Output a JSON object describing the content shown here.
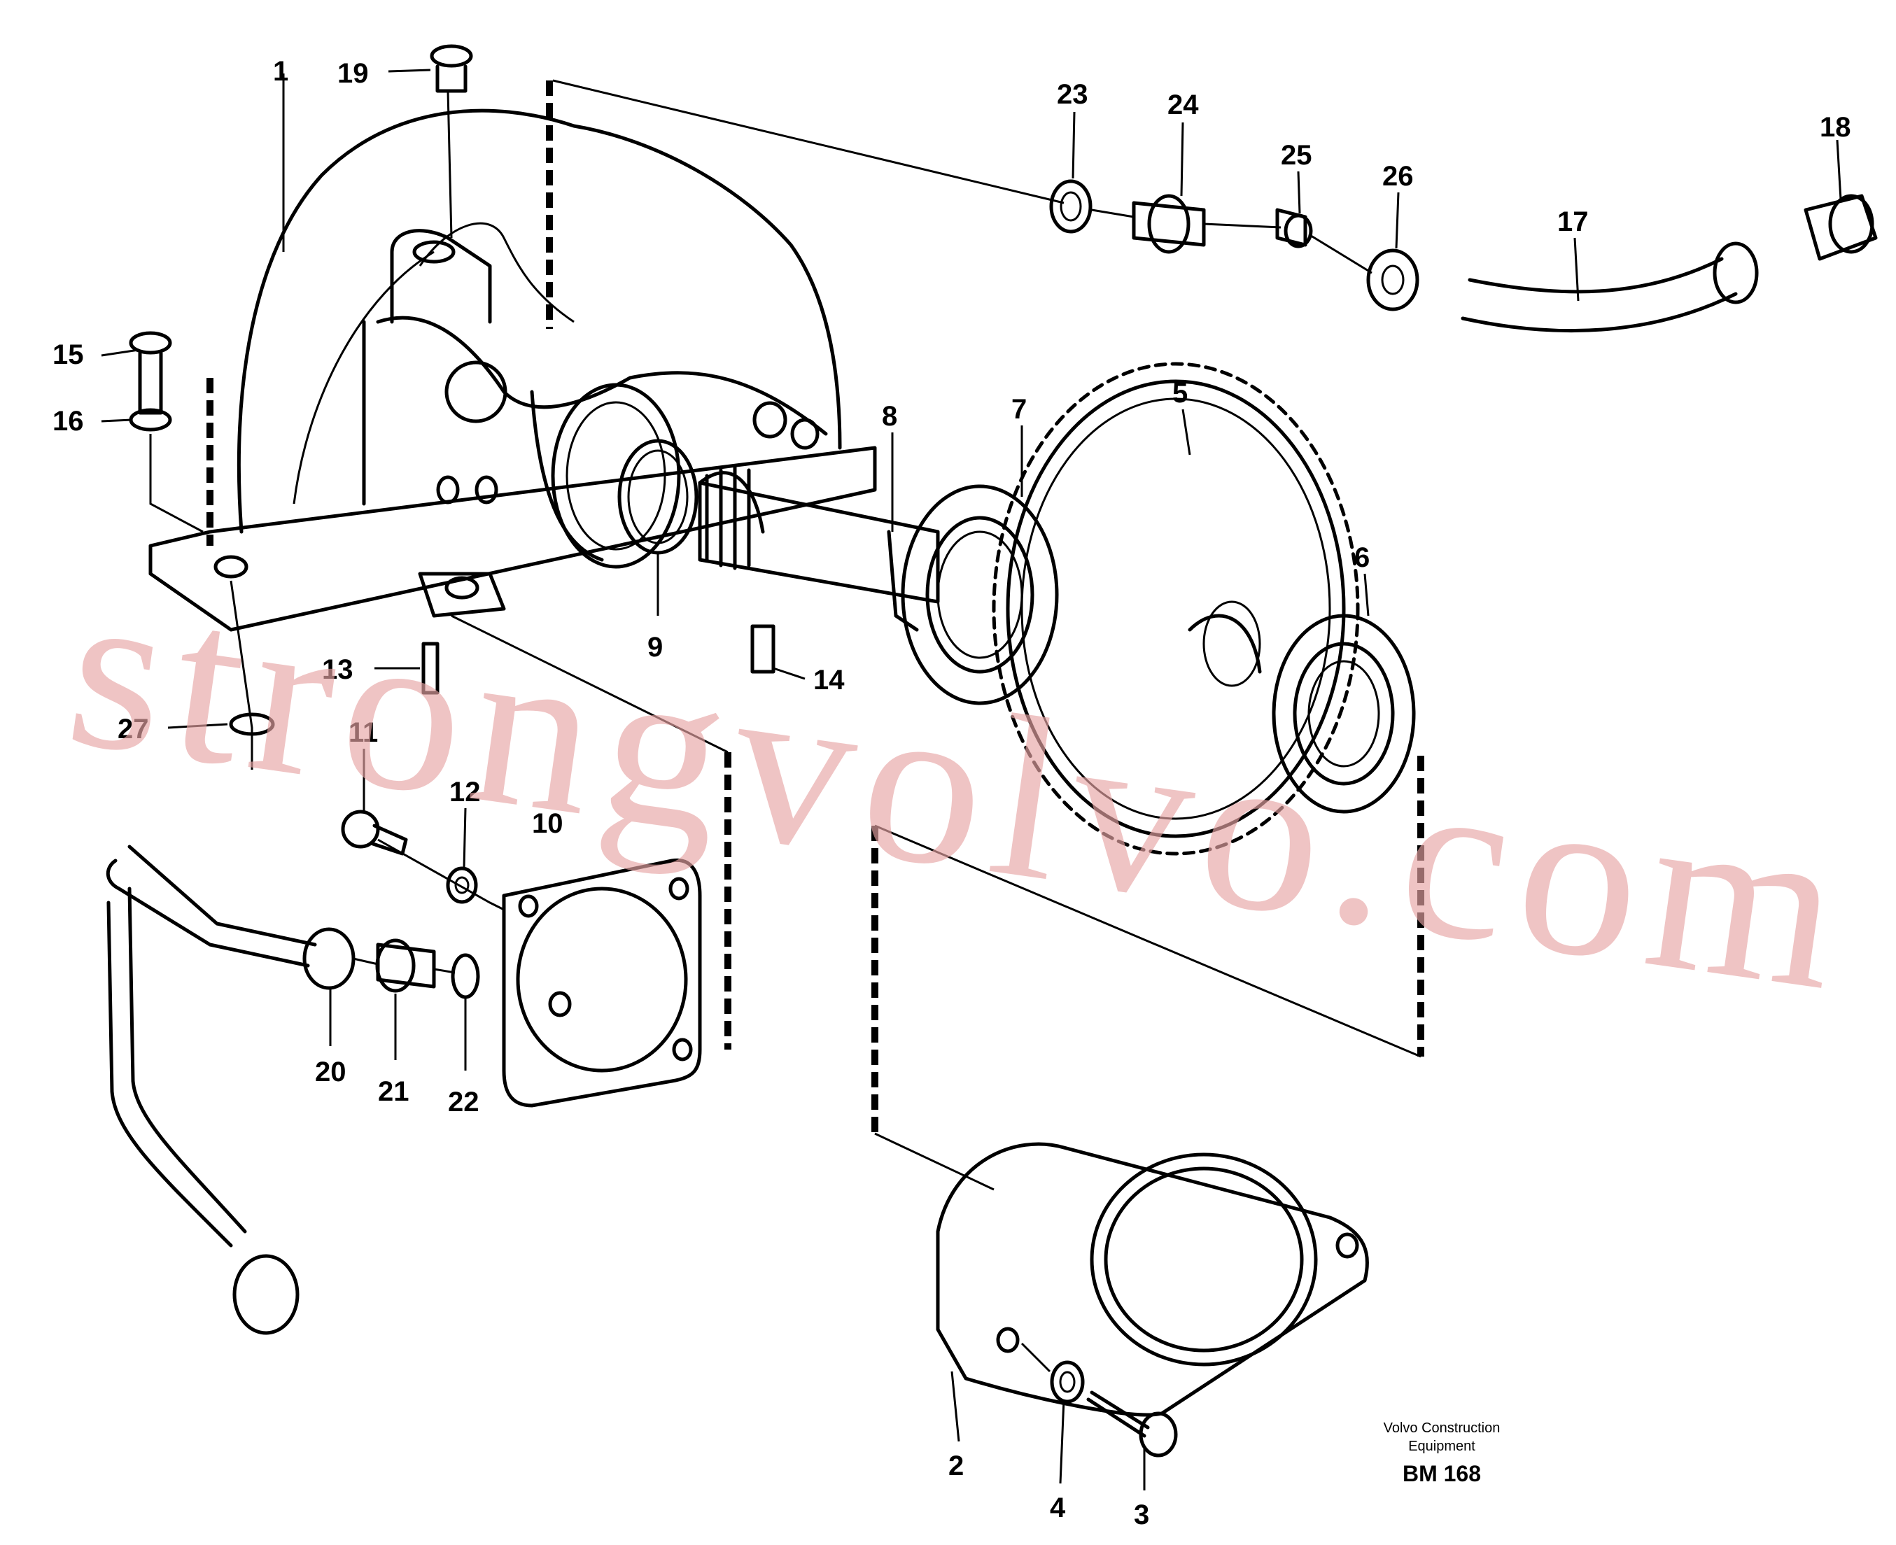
{
  "watermark": "strongvolvo.com",
  "brand": {
    "line1": "Volvo Construction",
    "line2": "Equipment",
    "code": "BM 168"
  },
  "callouts": [
    {
      "id": "c1",
      "label": "1"
    },
    {
      "id": "c2",
      "label": "2"
    },
    {
      "id": "c3",
      "label": "3"
    },
    {
      "id": "c4",
      "label": "4"
    },
    {
      "id": "c5",
      "label": "5"
    },
    {
      "id": "c6",
      "label": "6"
    },
    {
      "id": "c7",
      "label": "7"
    },
    {
      "id": "c8",
      "label": "8"
    },
    {
      "id": "c9",
      "label": "9"
    },
    {
      "id": "c10",
      "label": "10"
    },
    {
      "id": "c11",
      "label": "11"
    },
    {
      "id": "c12",
      "label": "12"
    },
    {
      "id": "c13",
      "label": "13"
    },
    {
      "id": "c14",
      "label": "14"
    },
    {
      "id": "c15",
      "label": "15"
    },
    {
      "id": "c16",
      "label": "16"
    },
    {
      "id": "c17",
      "label": "17"
    },
    {
      "id": "c18",
      "label": "18"
    },
    {
      "id": "c19",
      "label": "19"
    },
    {
      "id": "c20",
      "label": "20"
    },
    {
      "id": "c21",
      "label": "21"
    },
    {
      "id": "c22",
      "label": "22"
    },
    {
      "id": "c23",
      "label": "23"
    },
    {
      "id": "c24",
      "label": "24"
    },
    {
      "id": "c25",
      "label": "25"
    },
    {
      "id": "c26",
      "label": "26"
    },
    {
      "id": "c27",
      "label": "27"
    }
  ]
}
